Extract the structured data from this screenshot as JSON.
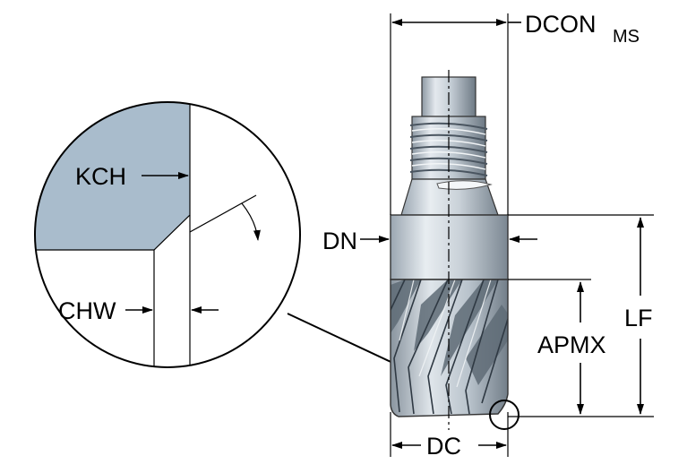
{
  "labels": {
    "dcon": "DCON",
    "dcon_sub": "MS",
    "dn": "DN",
    "lf": "LF",
    "apmx": "APMX",
    "dc": "DC",
    "kch": "KCH",
    "chw": "CHW"
  },
  "colors": {
    "background": "#ffffff",
    "line": "#000000",
    "chamfer_fill": "#a9bccc",
    "metal_light": "#dde3e8",
    "metal_mid": "#a4b0bb",
    "metal_dark": "#5c6874"
  }
}
